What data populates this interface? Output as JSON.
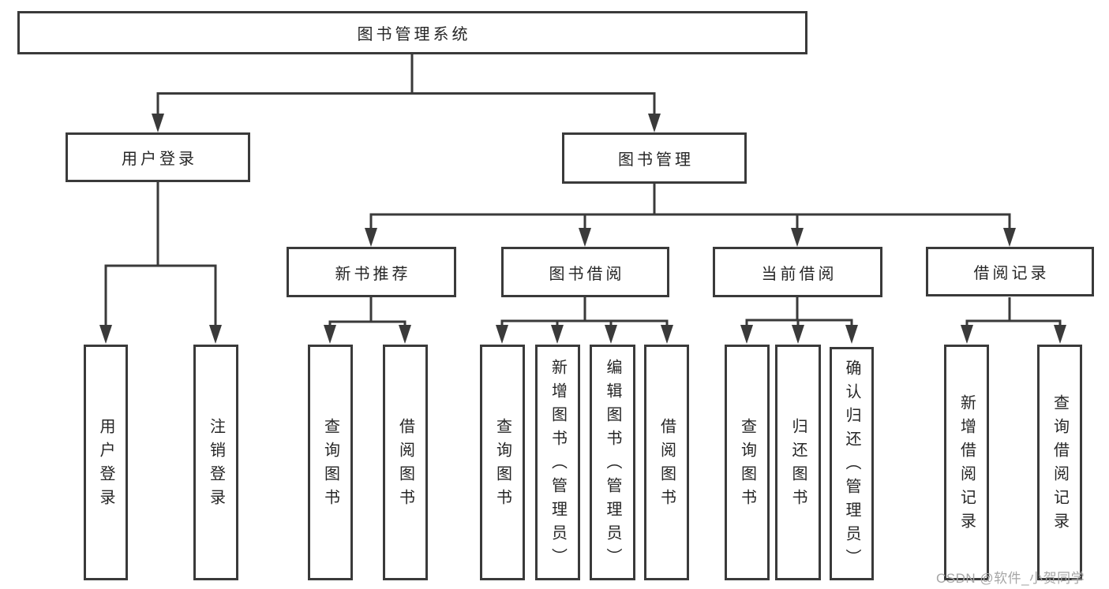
{
  "diagram": {
    "root": {
      "label": "图书管理系统"
    },
    "level2": {
      "user_login": {
        "label": "用户登录"
      },
      "book_management": {
        "label": "图书管理"
      }
    },
    "level3": {
      "new_book_recommend": {
        "label": "新书推荐"
      },
      "book_borrow": {
        "label": "图书借阅"
      },
      "current_borrow": {
        "label": "当前借阅"
      },
      "borrow_records": {
        "label": "借阅记录"
      }
    },
    "leaves": {
      "login": [
        "用户登录",
        "注销登录"
      ],
      "recommend": [
        "查询图书",
        "借阅图书"
      ],
      "borrow": [
        "查询图书",
        "新增图书（管理员）",
        "编辑图书（管理员）",
        "借阅图书"
      ],
      "current": [
        "查询图书",
        "归还图书",
        "确认归还（管理员）"
      ],
      "records": [
        "新增借阅记录",
        "查询借阅记录"
      ]
    }
  },
  "watermark": {
    "text": "CSDN @软件_小贺同学"
  },
  "colors": {
    "line": "#3a3a3a",
    "text": "#262626",
    "box_background": "#ffffff",
    "watermark": "#a6a6a6",
    "background": "#ffffff"
  }
}
